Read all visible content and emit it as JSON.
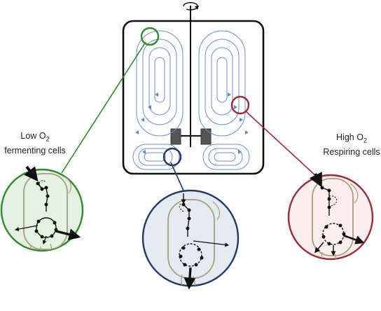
{
  "left_label": {
    "line1_prefix": "Low O",
    "line1_sub": "2",
    "line2": "fermenting cells"
  },
  "right_label": {
    "line1_prefix": "High O",
    "line1_sub": "2",
    "line2": "Respiring cells"
  },
  "colors": {
    "fermenting": "#2e8b2e",
    "fermenting_fill": "#e5f1e2",
    "center": "#1f3a66",
    "center_fill": "#e6ebf3",
    "respiring": "#9b2c35",
    "respiring_fill": "#fbeeee",
    "flow": "#6a8fd0",
    "cell_outline": "#a3a07a",
    "vessel": "#1a1a1a"
  },
  "icons": {
    "rotation": "rotation-arrow-icon",
    "impeller": "impeller-icon"
  }
}
